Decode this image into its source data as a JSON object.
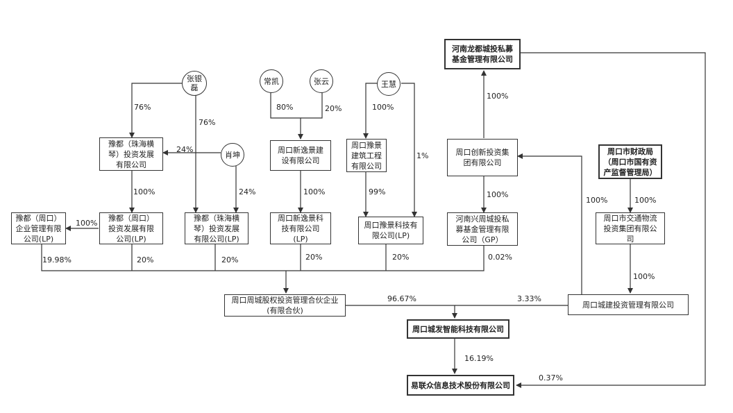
{
  "nodes": {
    "zhang_yinlei": "张银\n磊",
    "chang_kai": "常凯",
    "zhang_yun": "张云",
    "wang_hui": "王慧",
    "xiao_kun": "肖坤",
    "henan_longdu": "河南龙都城投私募\n基金管理有限公司",
    "yudu_zhuhai_dev": "豫都（珠海横\n琴）投资发展\n有限公司",
    "zk_xinyijing_jianshe": "周口新逸景建\n设有限公司",
    "zk_yujing_jianzhu": "周口豫景\n建筑工程\n有限公司",
    "zk_chuangxin": "周口创新投资集\n团有限公司",
    "zk_caizhengju": "周口市财政局\n（周口市国有资\n产监督管理局）",
    "yudu_zk_mgmt_lp": "豫都（周口）\n企业管理有限\n公司(LP)",
    "yudu_zk_dev_lp": "豫都（周口）\n投资发展有限\n公司(LP)",
    "yudu_zhuhai_lp": "豫都（珠海横\n琴）投资发展\n有限公司(LP)",
    "zk_xinyijing_keji_lp": "周口新逸景科\n技有限公司\n(LP)",
    "zk_yujing_keji_lp": "周口豫景科技有\n限公司(LP)",
    "henan_xingzhoucheng_gp": "河南兴周城投私\n募基金管理有限\n公司（GP）",
    "zk_jiaotong": "周口市交通物流\n投资集团有限公\n司",
    "zk_zhoucheng_fund": "周口周城股权投资管理合伙企业\n(有限合伙)",
    "zk_chengjian": "周口城建投资管理有限公司",
    "zk_chengfa": "周口城发智能科技有限公司",
    "yilianzhong": "易联众信息技术股份有限公司"
  },
  "edges": {
    "zhang_to_yudu_zhuhai": "76%",
    "zhang_to_zhuhai_lp": "76%",
    "xiao_to_yudu_zhuhai": "24%",
    "xiao_to_zhuhai_lp": "24%",
    "changkai_to_xinyijing": "80%",
    "zhangyun_to_xinyijing": "20%",
    "wanghui_to_yujing": "100%",
    "wanghui_to_yujing_keji": "1%",
    "yujing_to_yujing_keji": "99%",
    "longdu_from_chuangxin": "100%",
    "yudu_zhuhai_to_dev_lp": "100%",
    "dev_lp_to_mgmt_lp": "100%",
    "xinyijing_to_keji_lp": "100%",
    "chuangxin_to_gp": "100%",
    "caizheng_to_chuangxin": "100%",
    "caizheng_to_jiaotong": "100%",
    "jiaotong_to_chengjian": "100%",
    "mgmt_lp_to_fund": "19.98%",
    "dev_lp_to_fund": "20%",
    "zhuhai_lp_to_fund": "20%",
    "keji_lp_to_fund": "20%",
    "yujing_keji_to_fund": "20%",
    "gp_to_fund": "0.02%",
    "fund_to_chengfa": "96.67%",
    "chengjian_to_chengfa": "3.33%",
    "chengfa_to_yilianzhong": "16.19%",
    "longdu_to_yilianzhong": "0.37%"
  }
}
